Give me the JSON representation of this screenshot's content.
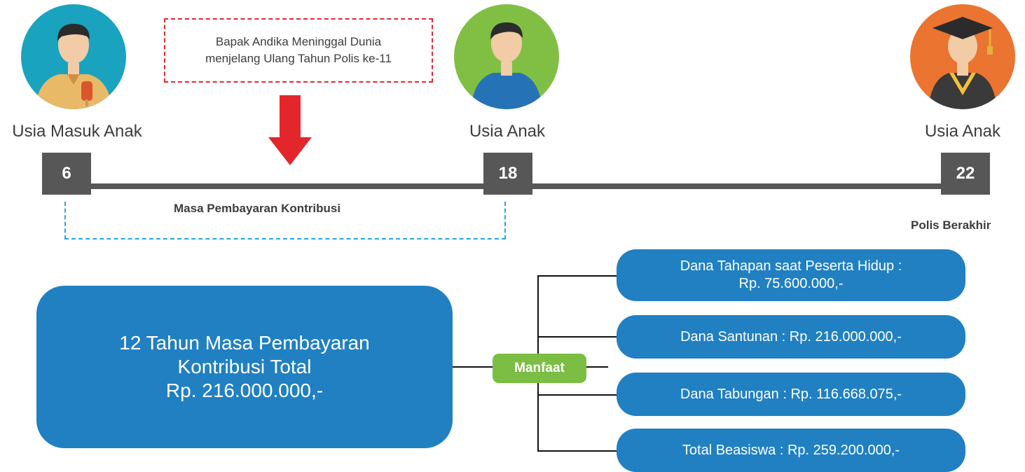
{
  "people": [
    {
      "age_label": "Usia Masuk Anak",
      "age": "6",
      "avatar_color": "#1aa3be"
    },
    {
      "age_label": "Usia  Anak",
      "age": "18",
      "avatar_color": "#80bf44"
    },
    {
      "age_label": "Usia  Anak",
      "age": "22",
      "avatar_color": "#ea7430"
    }
  ],
  "note": {
    "line1": "Bapak Andika Meninggal Dunia",
    "line2": "menjelang Ulang Tahun Polis ke-11"
  },
  "payment_period_label": "Masa Pembayaran Kontribusi",
  "policy_end_label": "Polis Berakhir",
  "total": {
    "line1": "12 Tahun Masa Pembayaran",
    "line2": "Kontribusi Total",
    "line3": "Rp. 216.000.000,-"
  },
  "manfaat_label": "Manfaat",
  "benefits": [
    {
      "line1": "Dana Tahapan saat Peserta Hidup :",
      "line2": "Rp. 75.600.000,-"
    },
    {
      "line1": "Dana Santunan : Rp. 216.000.000,-"
    },
    {
      "line1": "Dana Tabungan : Rp. 116.668.075,-"
    },
    {
      "line1": "Total Beasiswa : Rp. 259.200.000,-"
    }
  ],
  "colors": {
    "timeline": "#575757",
    "note_border": "#e02a2f",
    "bracket": "#29a3df",
    "box_blue": "#2080c2",
    "manfaat_green": "#7cbd43",
    "arrow_red": "#e3262b"
  }
}
